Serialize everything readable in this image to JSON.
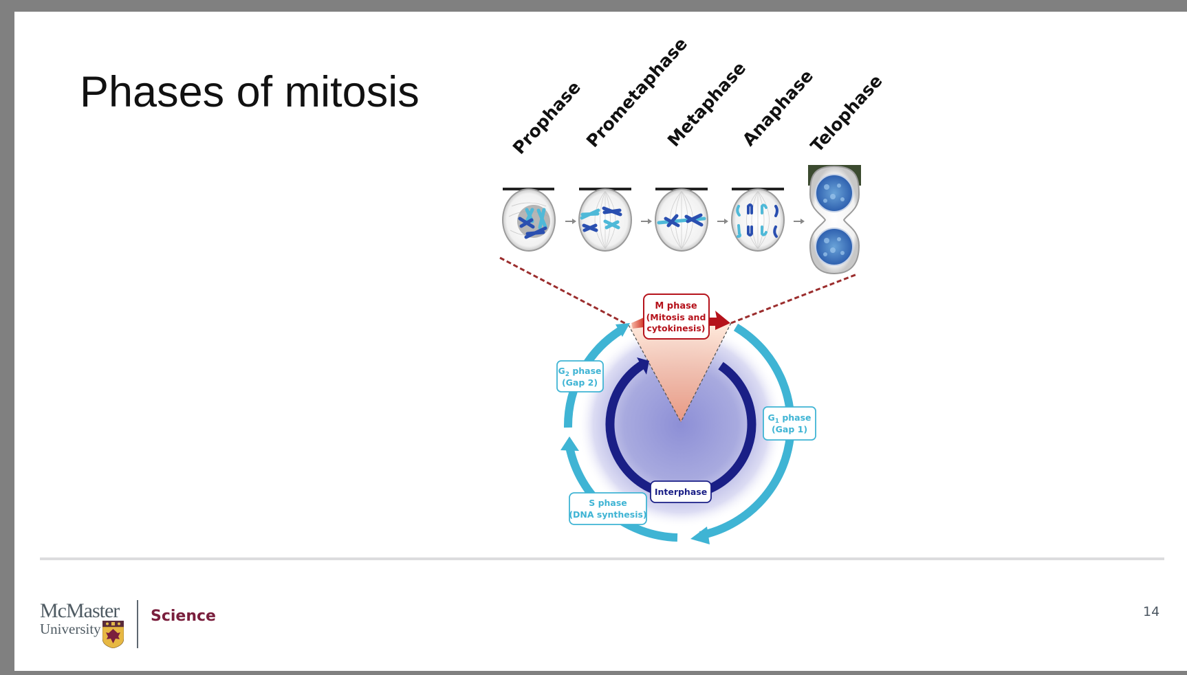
{
  "slide": {
    "title": "Phases of mitosis",
    "page_number": "14"
  },
  "footer": {
    "logo": {
      "name_line1": "McMaster",
      "name_line2": "University",
      "crest_icon": "university-crest-icon"
    },
    "unit": "Science"
  },
  "diagram": {
    "mitosis_phases": [
      {
        "label": "Prophase"
      },
      {
        "label": "Prometaphase"
      },
      {
        "label": "Metaphase"
      },
      {
        "label": "Anaphase"
      },
      {
        "label": "Telophase"
      }
    ],
    "cell_cycle": {
      "m_phase": {
        "line1": "M phase",
        "line2": "(Mitosis and",
        "line3": "cytokinesis)"
      },
      "g1_phase": {
        "line1": "G",
        "sub": "1",
        "line1_rest": " phase",
        "line2": "(Gap 1)"
      },
      "s_phase": {
        "line1": "S phase",
        "line2": "(DNA synthesis)"
      },
      "g2_phase": {
        "line1": "G",
        "sub": "2",
        "line1_rest": " phase",
        "line2": "(Gap 2)"
      },
      "interphase": "Interphase"
    },
    "colors": {
      "outer_ring": "#3fb4d4",
      "inner_ring": "#1a1f86",
      "m_phase": "#b5121b",
      "dashed_line": "#9b2d2d",
      "chromosome_dark": "#2a4fb0",
      "chromosome_light": "#4fb9d8"
    }
  }
}
